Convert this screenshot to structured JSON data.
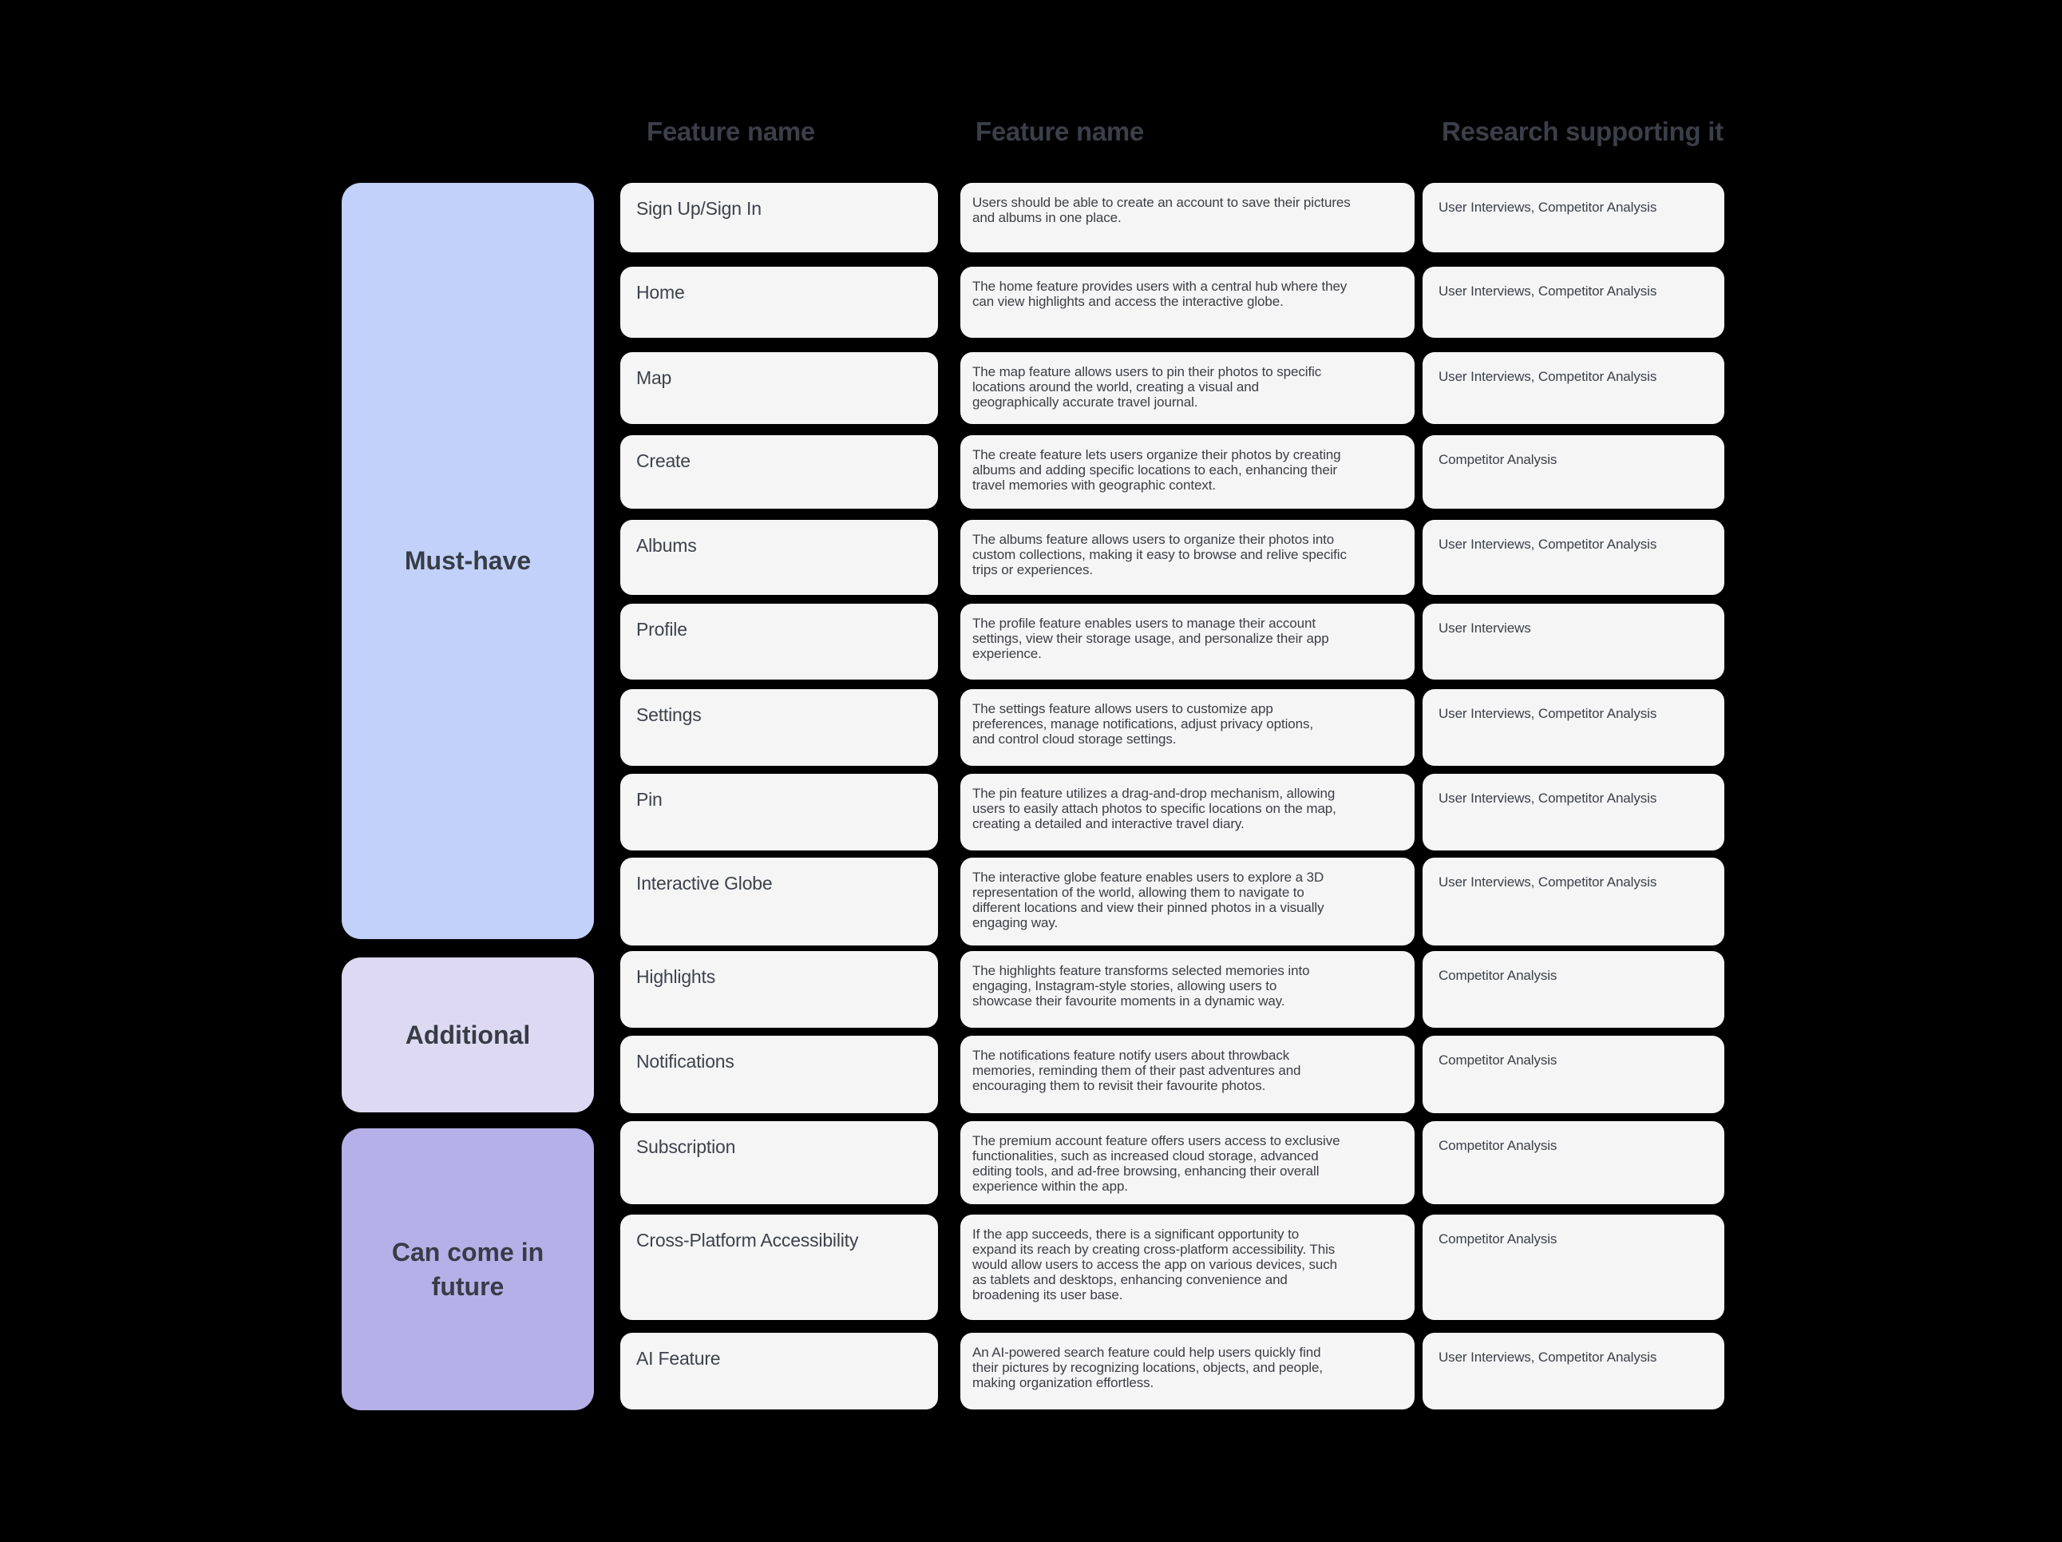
{
  "header": {
    "feature_name_col1": "Feature name",
    "feature_name_col2": "Feature name",
    "research_col": "Research supporting it"
  },
  "categories": [
    {
      "label": "Must-have",
      "color": "#c1d1f9"
    },
    {
      "label": "Additional",
      "color": "#ded9f2"
    },
    {
      "label": "Can come in future",
      "color": "#b6b0e8"
    }
  ],
  "rows": [
    {
      "category": "Must-have",
      "name": "Sign Up/Sign In",
      "description": "Users should be able to create an account to save their pictures\nand albums in one place.",
      "research": "User Interviews, Competitor Analysis"
    },
    {
      "category": "Must-have",
      "name": "Home",
      "description": "The home feature provides users with a central hub where they\ncan view highlights and access the interactive globe.",
      "research": "User Interviews, Competitor Analysis"
    },
    {
      "category": "Must-have",
      "name": "Map",
      "description": "The map feature allows users to pin their photos to specific\nlocations around the world, creating a visual and\ngeographically accurate travel journal.",
      "research": "User Interviews, Competitor Analysis"
    },
    {
      "category": "Must-have",
      "name": "Create",
      "description": "The create feature lets users organize their photos by creating\nalbums and adding specific locations to each, enhancing their\ntravel memories with geographic context.",
      "research": "Competitor Analysis"
    },
    {
      "category": "Must-have",
      "name": "Albums",
      "description": "The albums feature allows users to organize their photos into\ncustom collections, making it easy to browse and relive specific\ntrips or experiences.",
      "research": "User Interviews, Competitor Analysis"
    },
    {
      "category": "Must-have",
      "name": "Profile",
      "description": "The profile feature enables users to manage their account\nsettings, view their storage usage, and personalize their app\nexperience.",
      "research": "User Interviews"
    },
    {
      "category": "Must-have",
      "name": "Settings",
      "description": "The settings feature allows users to customize app\npreferences, manage notifications, adjust privacy options,\nand control cloud storage settings.",
      "research": "User Interviews, Competitor Analysis"
    },
    {
      "category": "Must-have",
      "name": "Pin",
      "description": "The pin feature utilizes a drag-and-drop mechanism, allowing\nusers to easily attach photos to specific locations on the map,\ncreating a detailed and interactive travel diary.",
      "research": "User Interviews, Competitor Analysis"
    },
    {
      "category": "Must-have",
      "name": "Interactive Globe",
      "description": "The interactive globe feature enables users to explore a 3D\nrepresentation of the world, allowing them to navigate to\ndifferent locations and view their pinned photos in a visually\nengaging way.",
      "research": "User Interviews, Competitor Analysis"
    },
    {
      "category": "Additional",
      "name": "Highlights",
      "description": "The highlights feature transforms selected memories into\nengaging, Instagram-style stories, allowing users to\nshowcase their favourite moments in a dynamic way.",
      "research": "Competitor Analysis"
    },
    {
      "category": "Additional",
      "name": "Notifications",
      "description": "The notifications feature notify users about throwback\nmemories, reminding them of their past adventures and\nencouraging them to revisit their favourite photos.",
      "research": "Competitor Analysis"
    },
    {
      "category": "Can come in future",
      "name": "Subscription",
      "description": "The premium account feature offers users access to exclusive\nfunctionalities, such as increased cloud storage, advanced\nediting tools, and ad-free browsing, enhancing their overall\nexperience within the app.",
      "research": "Competitor Analysis"
    },
    {
      "category": "Can come in future",
      "name": "Cross-Platform Accessibility",
      "description": "If the app succeeds, there is a significant opportunity to\nexpand its reach by creating cross-platform accessibility. This\nwould allow users to access the app on various devices, such\nas tablets and desktops, enhancing convenience and\nbroadening its user base.",
      "research": "Competitor Analysis"
    },
    {
      "category": "Can come in future",
      "name": "AI Feature",
      "description": "An AI-powered search feature could help users quickly find\ntheir pictures by recognizing locations, objects, and people,\nmaking organization effortless.",
      "research": "User Interviews, Competitor Analysis"
    }
  ],
  "colors": {
    "page_background": "#000000",
    "card_background": "#f5f5f6",
    "header_text": "#3a3f49",
    "title_text": "#3d424c",
    "body_text": "#3c3e43"
  }
}
